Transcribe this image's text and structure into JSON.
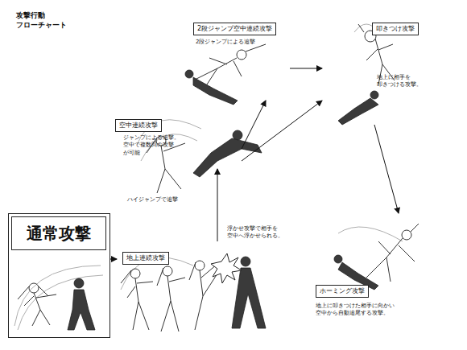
{
  "diagram": {
    "title": "攻撃行動 フローチャート",
    "nodes": [
      {
        "text": [
          "通常攻撃"
        ]
      },
      {
        "text": [
          "地上連続攻撃"
        ]
      },
      {
        "text": [
          "空中連続攻撃"
        ]
      },
      {
        "text": [
          "2段ジャンプ空中連続攻撃"
        ]
      },
      {
        "text": [
          "叩きつけ攻撃"
        ]
      },
      {
        "text": [
          "ホーミング攻撃"
        ]
      }
    ],
    "edges": [
      {
        "from": 0,
        "to": 1,
        "arrow": "to"
      },
      {
        "from": 1,
        "to": 2,
        "arrow": "to"
      },
      {
        "from": 2,
        "to": 3,
        "arrow": "to"
      },
      {
        "from": 2,
        "to": 4,
        "arrow": "to"
      },
      {
        "from": 3,
        "to": 4,
        "arrow": "to"
      },
      {
        "from": 4,
        "to": 5,
        "arrow": "to"
      }
    ],
    "labels": [
      "2段ジャンプによる追撃",
      "ジャンプによる追撃。 空中で複数回の攻撃 が可能",
      "ハイジャンプで追撃",
      "浮かせ攻撃で相手を 空中へ浮かせられる。",
      "地上に相手を 叩きつける攻撃。",
      "地上に叩きつけた相手に向かい 空中から自動追尾する攻撃。"
    ]
  }
}
